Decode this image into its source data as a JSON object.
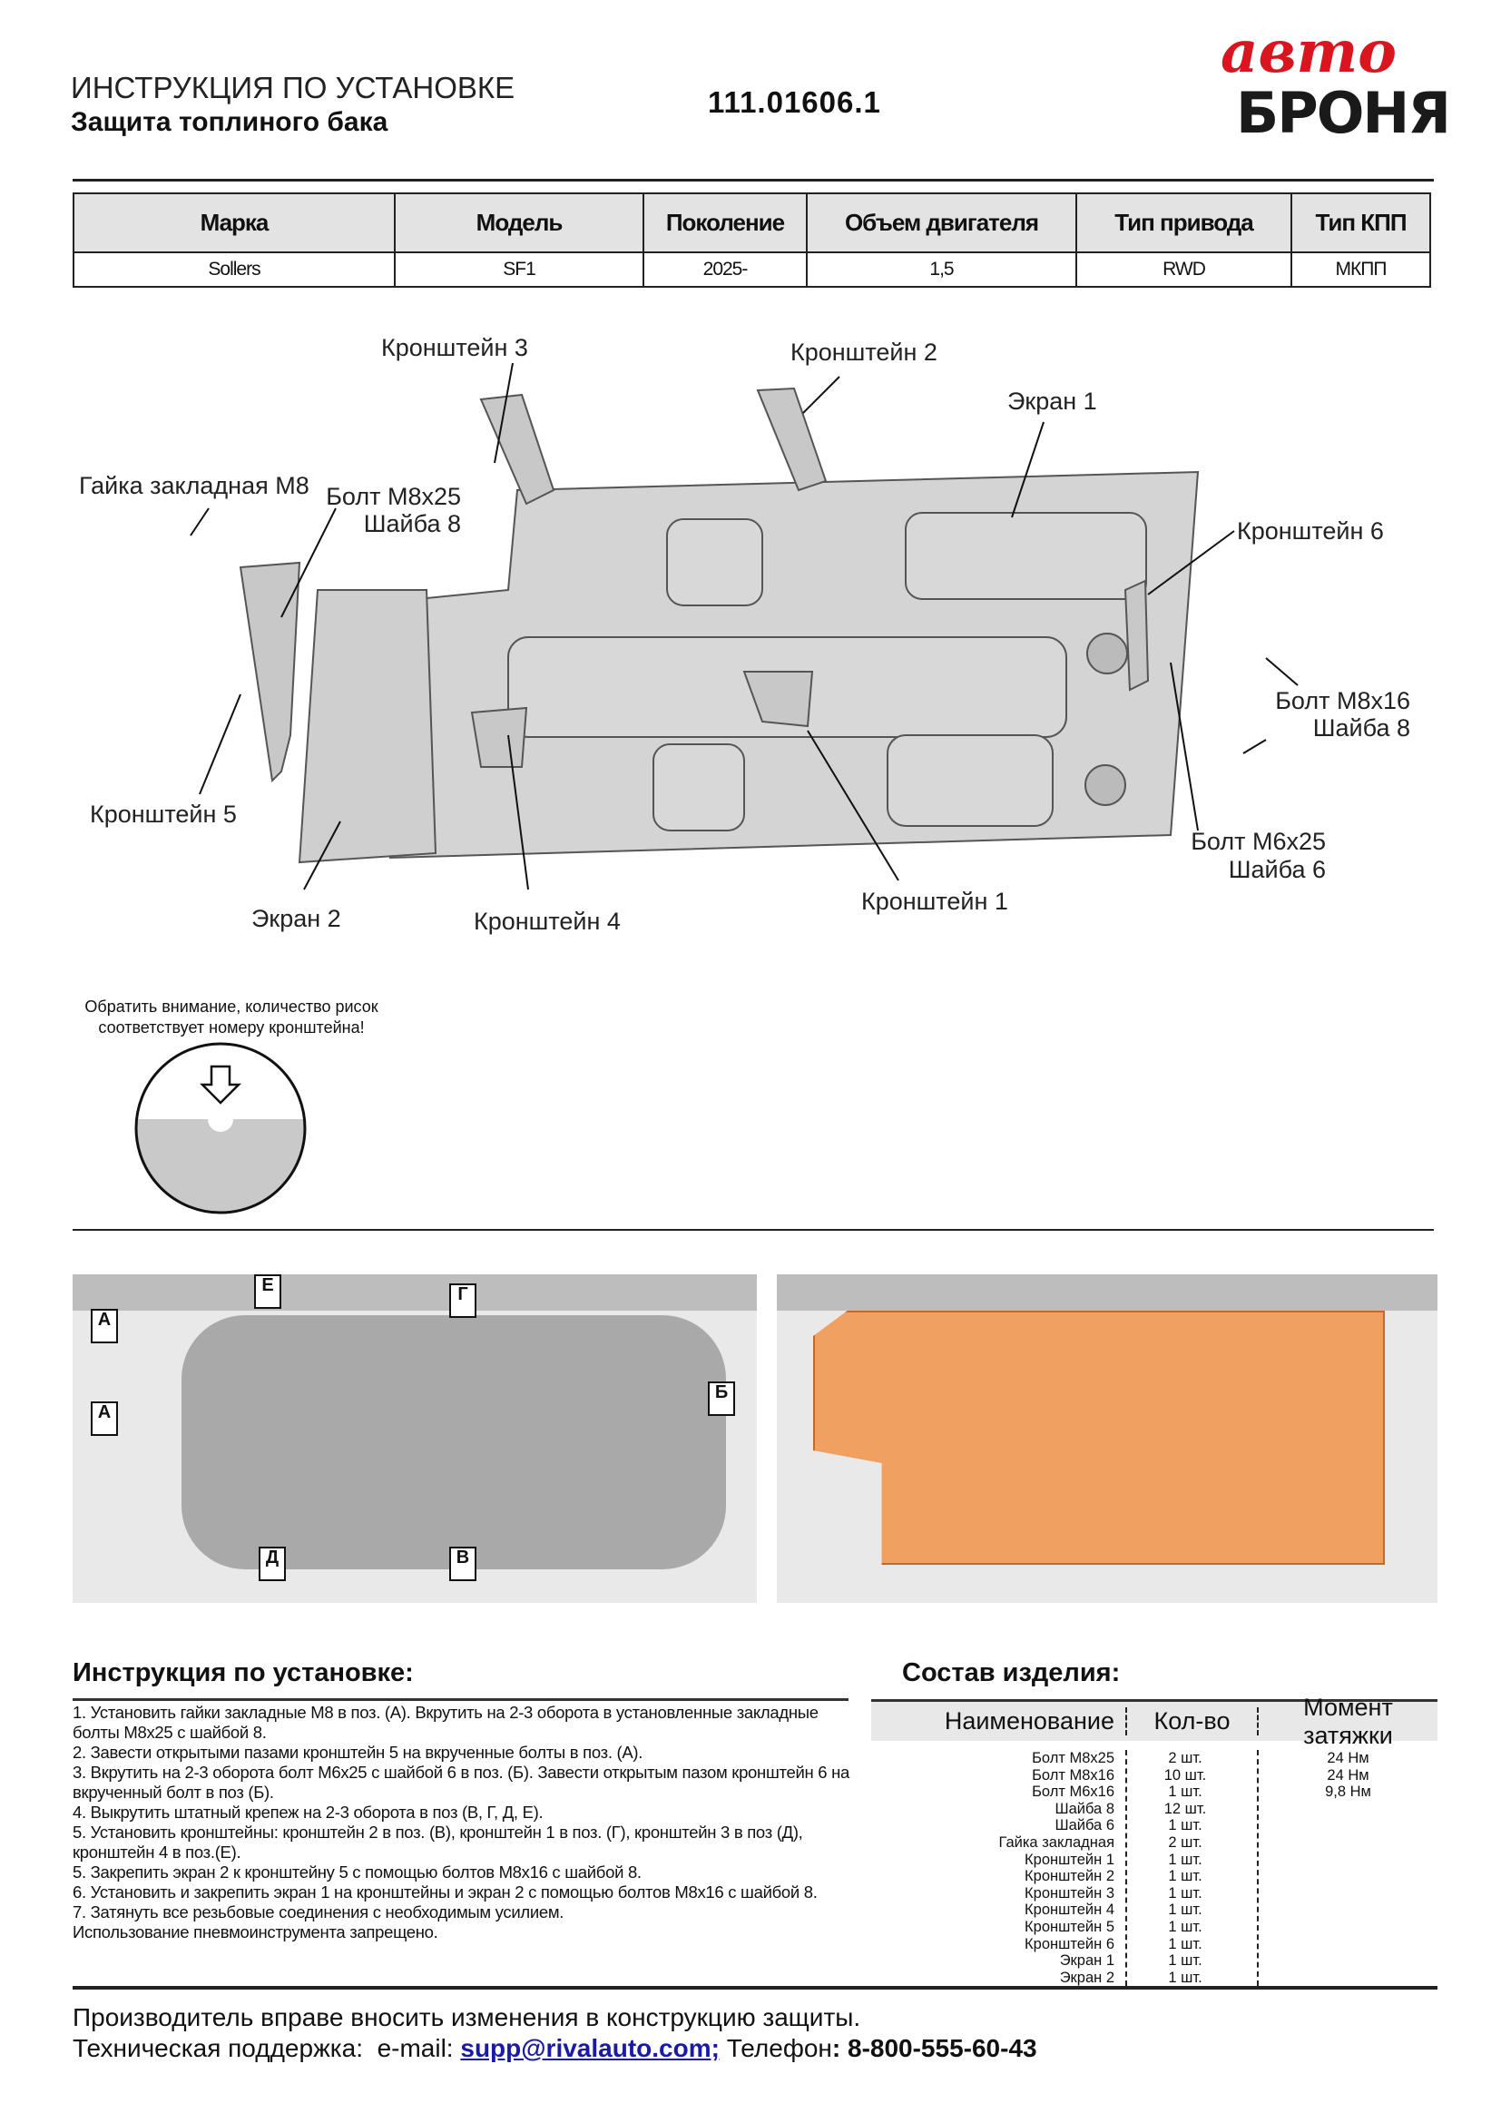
{
  "header": {
    "title": "ИНСТРУКЦИЯ ПО УСТАНОВКЕ",
    "subtitle": "Защита топлиного бака",
    "part_number": "111.01606.1",
    "logo_top": "авто",
    "logo_bottom": "БРОНЯ"
  },
  "spec_table": {
    "headers": [
      "Марка",
      "Модель",
      "Поколение",
      "Объем двигателя",
      "Тип привода",
      "Тип КПП"
    ],
    "row": [
      "Sollers",
      "SF1",
      "2025-",
      "1,5",
      "RWD",
      "МКПП"
    ]
  },
  "diagram_labels": {
    "bracket3": "Кронштейн 3",
    "bracket2": "Кронштейн 2",
    "screen1": "Экран 1",
    "nut": "Гайка закладная М8",
    "bolt_m8x25": "Болт М8х25",
    "washer8_a": "Шайба 8",
    "bracket6": "Кронштейн 6",
    "bolt_m8x16": "Болт М8х16",
    "washer8_b": "Шайба 8",
    "bracket5": "Кронштейн 5",
    "bolt_m6x25": "Болт М6х25",
    "washer6": "Шайба 6",
    "screen2": "Экран 2",
    "bracket4": "Кронштейн 4",
    "bracket1": "Кронштейн 1"
  },
  "note": {
    "line1": "Обратить внимание, количество рисок",
    "line2": "соответствует номеру кронштейна!"
  },
  "photo_marks": [
    "А",
    "А",
    "Е",
    "Г",
    "Б",
    "Д",
    "В"
  ],
  "instructions": {
    "title": "Инструкция по установке:",
    "steps": [
      "1. Установить гайки закладные М8 в поз. (А). Вкрутить на 2-3 оборота в установленные закладные болты М8х25 с шайбой 8.",
      "2. Завести открытыми пазами кронштейн 5 на вкрученные болты в поз. (А).",
      "3. Вкрутить на 2-3 оборота болт М6х25 с шайбой 6 в поз. (Б). Завести открытым пазом кронштейн 6 на вкрученный болт в поз (Б).",
      "4. Выкрутить штатный крепеж на 2-3 оборота в поз (В, Г, Д, Е).",
      "5. Установить кронштейны: кронштейн 2 в поз. (В), кронштейн 1 в поз. (Г), кронштейн 3 в поз (Д), кронштейн 4 в поз.(Е).",
      "5. Закрепить экран 2 к кронштейну 5 с помощью болтов М8х16 с шайбой 8.",
      "6. Установить и закрепить экран 1 на кронштейны и экран 2 с помощью болтов М8х16 с шайбой 8.",
      "7. Затянуть все резьбовые соединения с необходимым усилием.",
      "Использование пневмоинструмента запрещено."
    ]
  },
  "composition": {
    "title": "Состав изделия:",
    "headers": [
      "Наименование",
      "Кол-во",
      "Момент затяжки"
    ],
    "names": [
      "Болт М8х25",
      "Болт М8х16",
      "Болт М6х16",
      "Шайба 8",
      "Шайба 6",
      "Гайка закладная",
      "Кронштейн 1",
      "Кронштейн 2",
      "Кронштейн 3",
      "Кронштейн 4",
      "Кронштейн 5",
      "Кронштейн 6",
      "Экран 1",
      "Экран 2"
    ],
    "qty": [
      "2 шт.",
      "10 шт.",
      "1 шт.",
      "12 шт.",
      "1 шт.",
      "2 шт.",
      "1 шт.",
      "1 шт.",
      "1 шт.",
      "1 шт.",
      "1 шт.",
      "1 шт.",
      "1 шт.",
      "1 шт."
    ],
    "torque": [
      "24 Нм",
      "24 Нм",
      "9,8 Нм"
    ]
  },
  "footer": {
    "line1": "Производитель вправе вносить изменения в конструкцию защиты.",
    "support_label": "Техническая поддержка:  e-mail: ",
    "email": "supp@rivalauto.com;",
    "phone_label": " Телефон",
    "phone": ": 8-800-555-60-43"
  },
  "colors": {
    "accent": "#d9161f",
    "plate": "#f0a060"
  }
}
